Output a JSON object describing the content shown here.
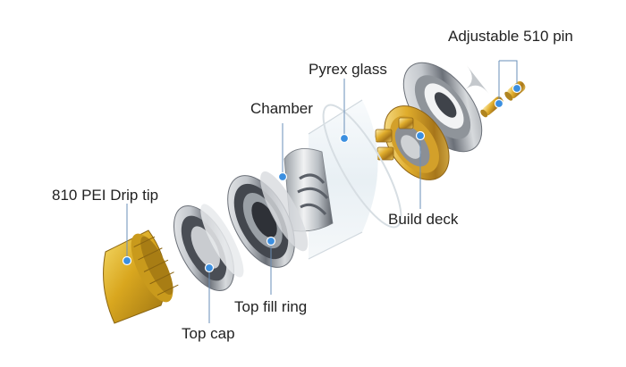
{
  "labels": {
    "adjustable_pin": "Adjustable 510 pin",
    "pyrex_glass": "Pyrex glass",
    "chamber": "Chamber",
    "drip_tip": "810 PEI Drip tip",
    "build_deck": "Build deck",
    "top_fill_ring": "Top fill ring",
    "top_cap": "Top cap"
  },
  "colors": {
    "callout_line": "#6a8fb8",
    "callout_dot": "#3b8fe0",
    "metal_light": "#eef0f2",
    "metal_mid": "#b9bdc2",
    "metal_dark": "#5d6168",
    "gold": "#d8a825",
    "gold_dark": "#9c6f12",
    "pei_amber": "#e2b62a",
    "glass": "#eef3f6"
  }
}
